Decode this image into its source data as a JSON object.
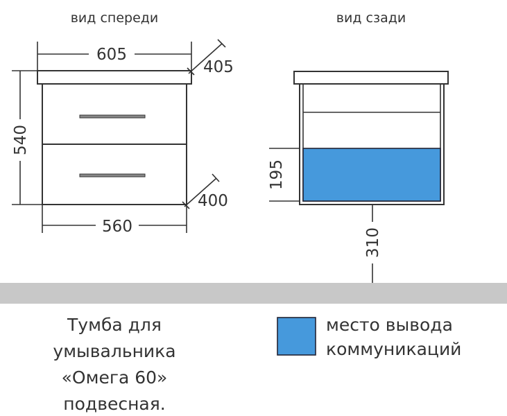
{
  "headings": {
    "front": "вид спереди",
    "back": "вид сзади"
  },
  "dimensions": {
    "top_width": "605",
    "top_depth": "405",
    "height": "540",
    "body_depth": "400",
    "body_width": "560",
    "utility_zone_height": "195",
    "floor_offset": "310"
  },
  "caption": [
    "Тумба для",
    "умывальника",
    "«Омега 60»",
    "подвесная."
  ],
  "legend": {
    "lines": [
      "место вывода",
      "коммуникаций"
    ],
    "color": "#4699dc"
  },
  "colors": {
    "floor": "#c8c8c8",
    "line": "#333333"
  }
}
